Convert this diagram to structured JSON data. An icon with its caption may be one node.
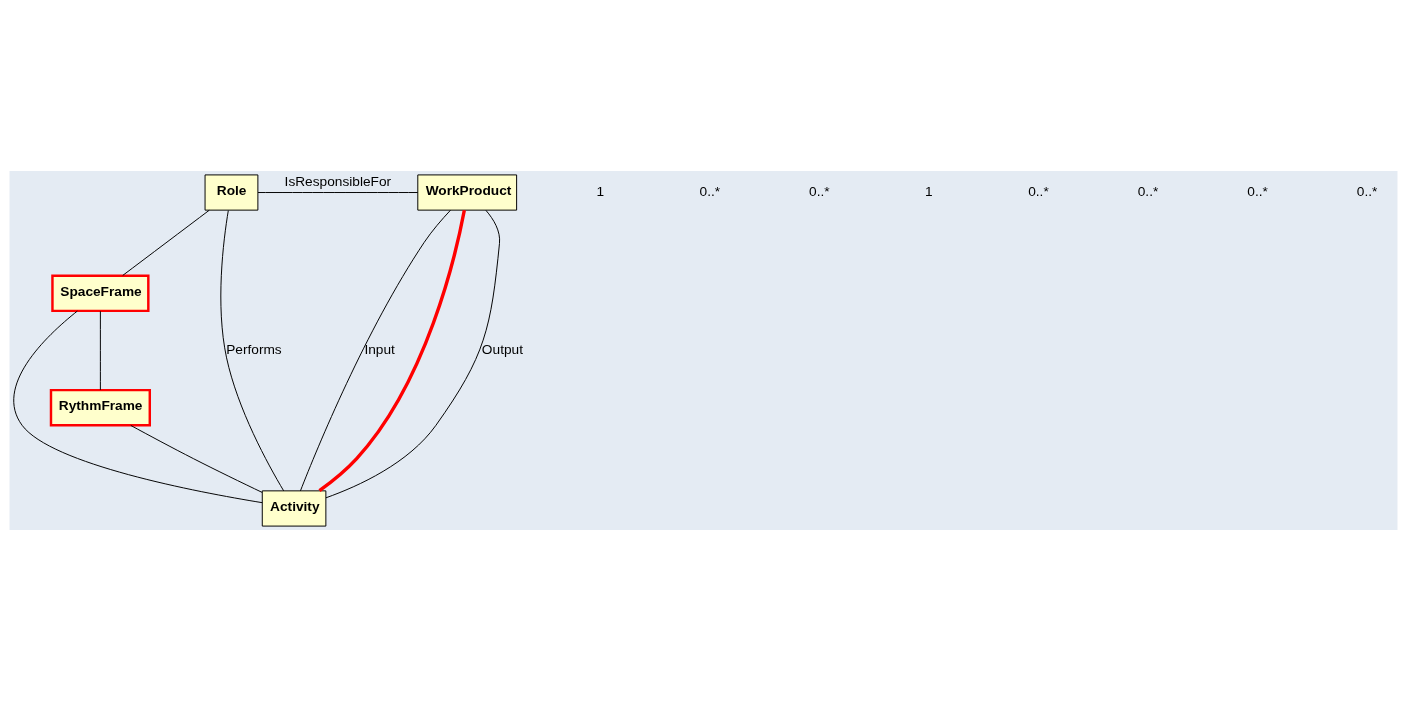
{
  "diagram": {
    "nodes": [
      {
        "text": [
          "Role"
        ]
      },
      {
        "text": [
          "WorkProduct"
        ]
      },
      {
        "text": [
          "SpaceFrame"
        ]
      },
      {
        "text": [
          "Activity"
        ]
      },
      {
        "text": [
          "RythmFrame"
        ]
      }
    ],
    "edges": [
      {
        "from": 0,
        "to": 1,
        "arrow": "none",
        "label": "IsResponsibleFor"
      },
      {
        "from": 0,
        "to": 2,
        "arrow": "none"
      },
      {
        "from": 0,
        "to": 3,
        "arrow": "none",
        "label": "Performs"
      },
      {
        "from": 1,
        "to": 3,
        "arrow": "none",
        "label": "Input"
      },
      {
        "from": 1,
        "to": 3,
        "arrow": "none",
        "style": "thick",
        "color": "#ff0000"
      },
      {
        "from": 1,
        "to": 3,
        "arrow": "none",
        "label": "Output"
      },
      {
        "from": 2,
        "to": 3,
        "arrow": "none"
      },
      {
        "from": 2,
        "to": 4,
        "arrow": "none"
      },
      {
        "from": 4,
        "to": 3,
        "arrow": "none"
      }
    ],
    "labels": [
      "1",
      "0..*",
      "0..*",
      "1",
      "0..*",
      "0..*",
      "0..*",
      "0..*"
    ]
  }
}
